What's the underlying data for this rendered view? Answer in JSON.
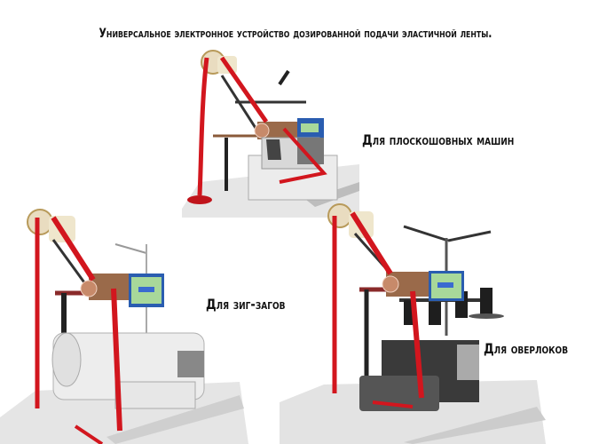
{
  "title": "Универсальное электронное устройство дозированной подачи эластичной ленты.",
  "products": [
    {
      "caption": "Для плоскошовных машин",
      "machine_type": "flatlock-sewing-machine",
      "image": "flatlock-machine-with-elastic-feeder-photo"
    },
    {
      "caption": "Для зиг-загов",
      "machine_type": "zigzag-sewing-machine",
      "image": "zigzag-machine-with-elastic-feeder-photo"
    },
    {
      "caption": "Для оверлоков",
      "machine_type": "overlock-sewing-machine",
      "image": "overlock-machine-with-elastic-feeder-photo"
    }
  ],
  "colors": {
    "background": "#ffffff",
    "text": "#111111",
    "elastic_tape": "#d2161e",
    "control_panel": "#2a5db0",
    "panel_screen": "#a8d89a",
    "machine_white": "#e8e8e8",
    "overlock_gray": "#555555",
    "table": "#e4e4e4"
  }
}
